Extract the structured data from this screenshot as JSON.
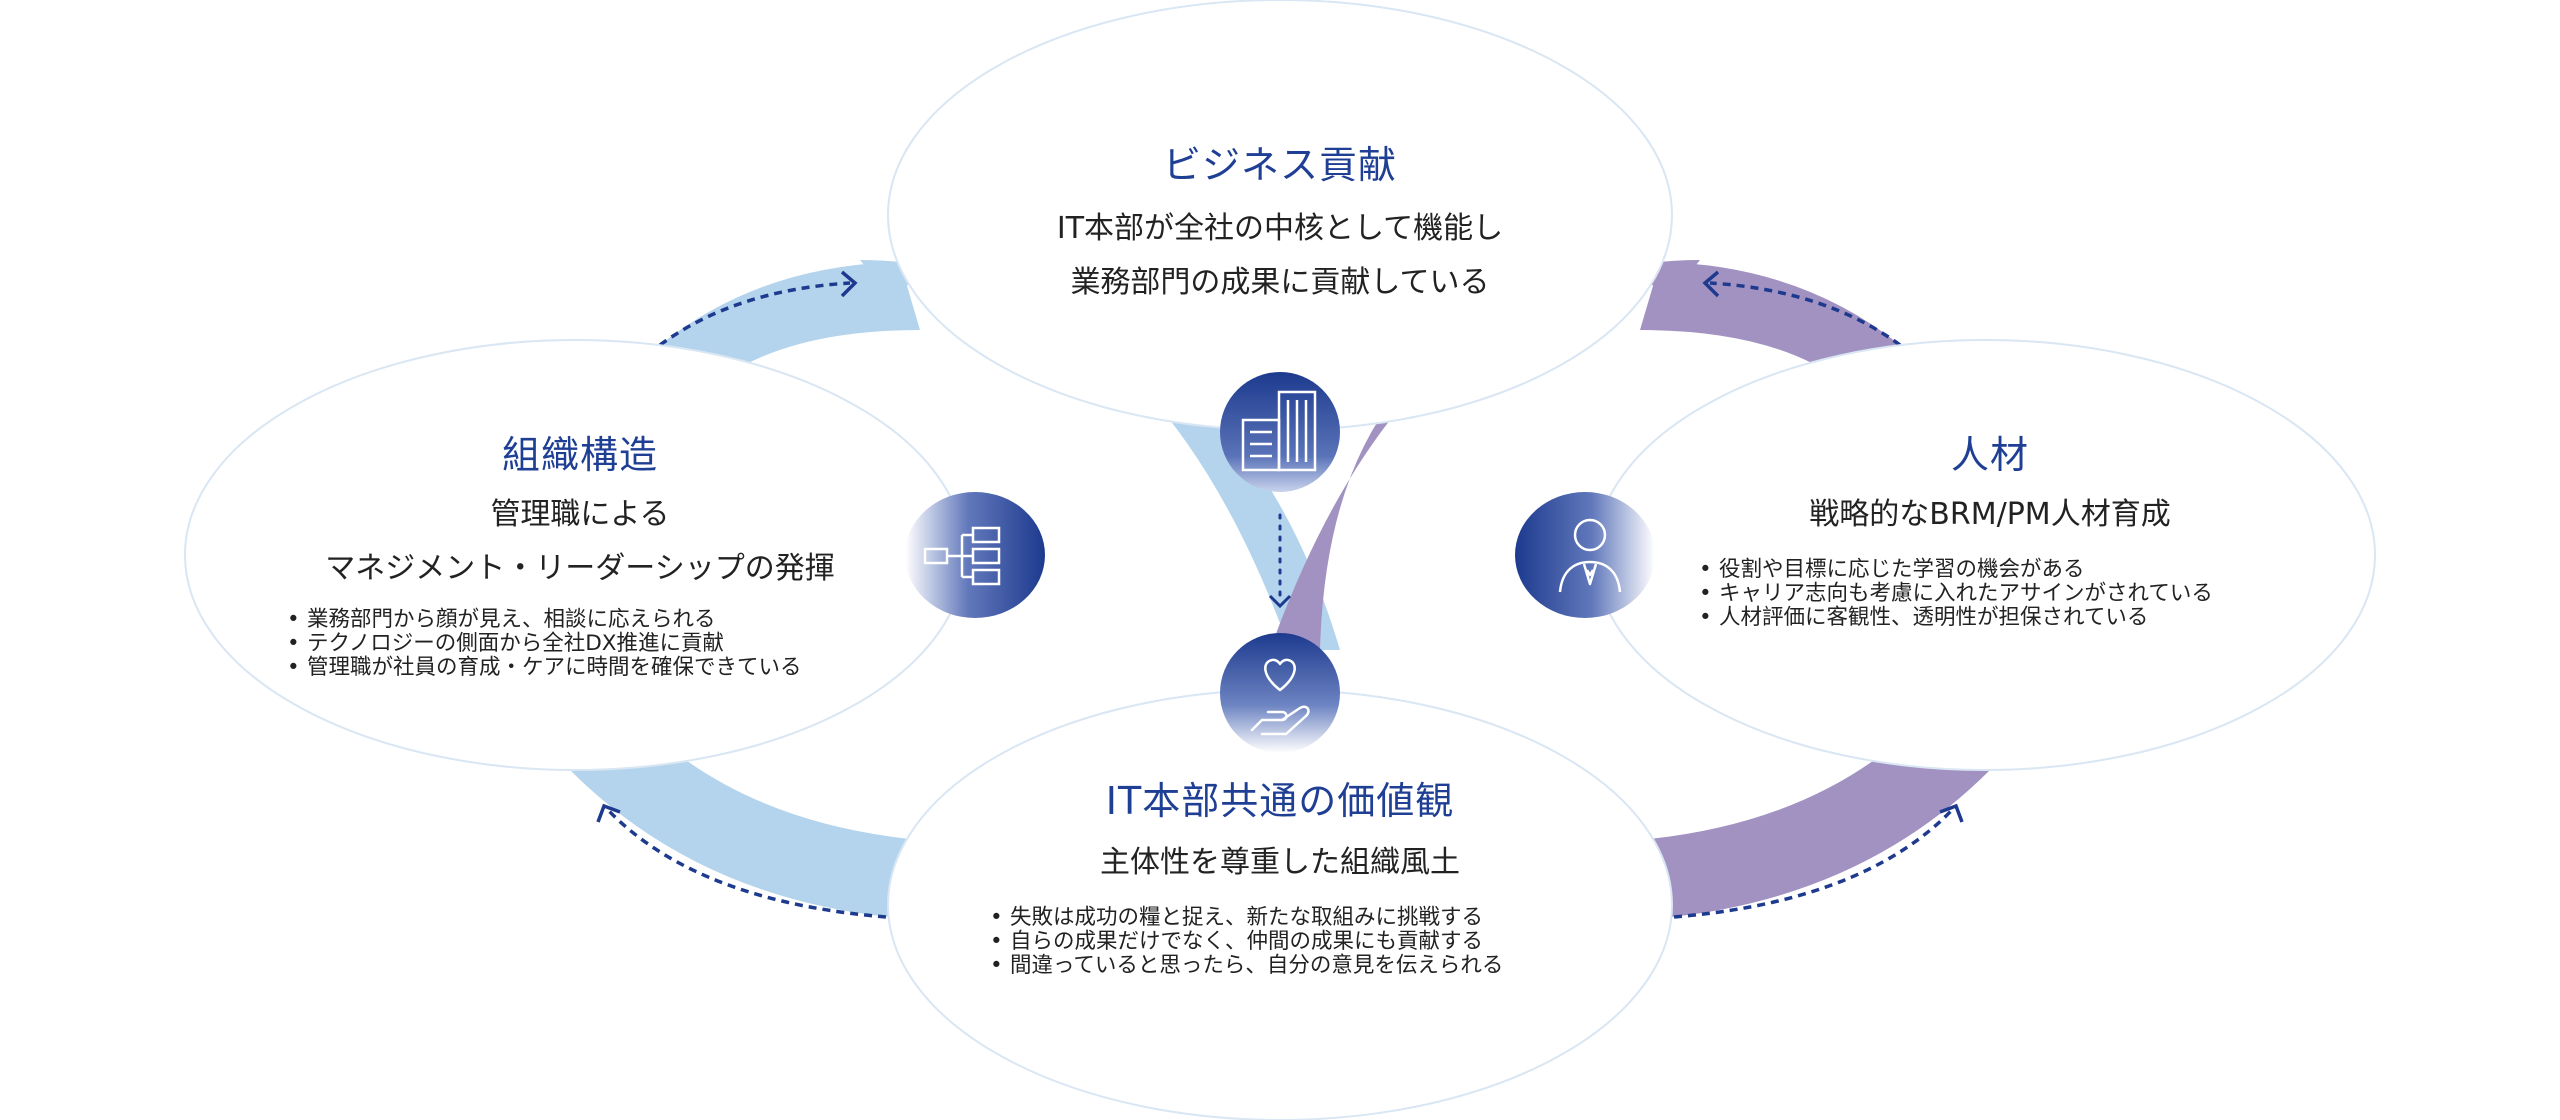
{
  "colors": {
    "title": "#1f3f95",
    "navy": "#1d3a8e",
    "light_blue": "#b3d4ec",
    "purple": "#a292c2",
    "ellipse_border": "#d9e6f3"
  },
  "nodes": {
    "business": {
      "title": "ビジネス貢献",
      "lines": [
        "IT本部が全社の中核として機能し",
        "業務部門の成果に貢献している"
      ],
      "icon": "building-icon"
    },
    "org": {
      "title": "組織構造",
      "lines": [
        "管理職による",
        "マネジメント・リーダーシップの発揮"
      ],
      "bullets": [
        "業務部門から顔が見え、相談に応えられる",
        "テクノロジーの側面から全社DX推進に貢献",
        "管理職が社員の育成・ケアに時間を確保できている"
      ],
      "icon": "org-chart-icon"
    },
    "people": {
      "title": "人材",
      "lines": [
        "戦略的なBRM/PM人材育成"
      ],
      "bullets": [
        "役割や目標に応じた学習の機会がある",
        "キャリア志向も考慮に入れたアサインがされている",
        "人材評価に客観性、透明性が担保されている"
      ],
      "icon": "person-icon"
    },
    "values": {
      "title": "IT本部共通の価値観",
      "lines": [
        "主体性を尊重した組織風土"
      ],
      "bullets": [
        "失敗は成功の糧と捉え、新たな取組みに挑戦する",
        "自らの成果だけでなく、仲間の成果にも貢献する",
        "間違っていると思ったら、自分の意見を伝えられる"
      ],
      "icon": "heart-hand-icon"
    }
  }
}
